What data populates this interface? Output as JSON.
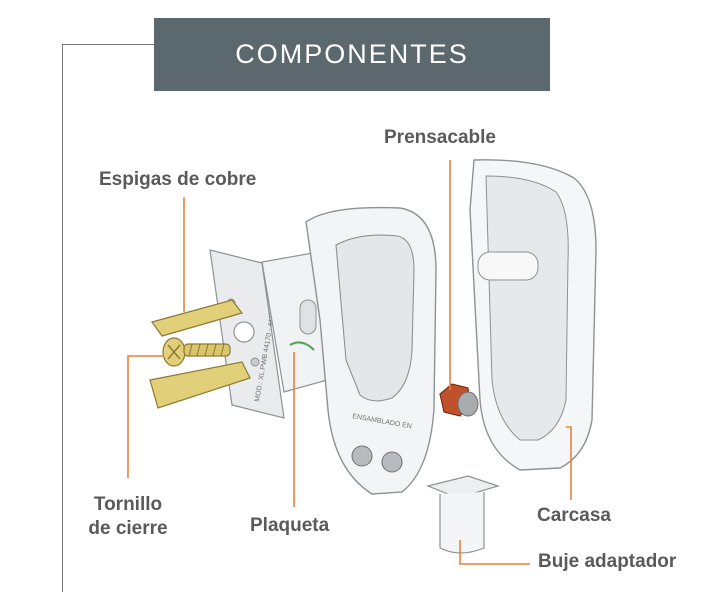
{
  "title": "COMPONENTES",
  "labels": {
    "espigas": "Espigas de cobre",
    "prensacable": "Prensacable",
    "tornillo_1": "Tornillo",
    "tornillo_2": "de cierre",
    "plaqueta": "Plaqueta",
    "carcasa": "Carcasa",
    "buje": "Buje adaptador"
  },
  "colors": {
    "header_bg": "#5b686d",
    "leader_line": "#e8823a",
    "label_text": "#5a5a5a",
    "brass": "#e2cf7a",
    "nut": "#c0512a"
  }
}
